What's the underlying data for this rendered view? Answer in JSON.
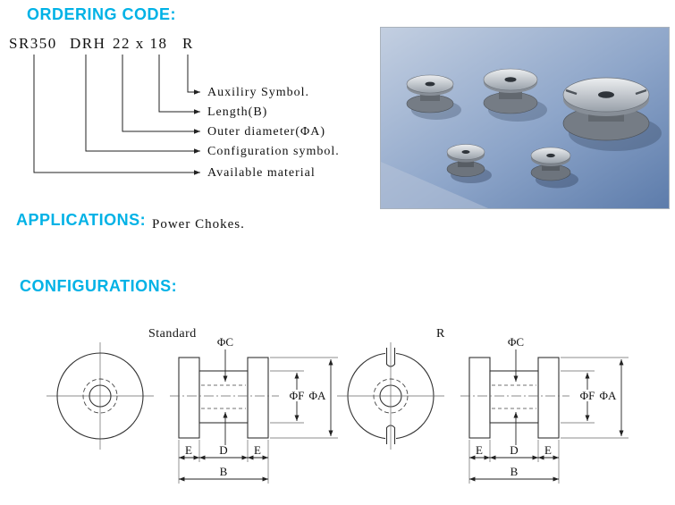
{
  "accent_color": "#00b2e6",
  "ordering_code": {
    "title": "ORDERING CODE:",
    "parts": {
      "material": "SR350",
      "config": "DRH",
      "size": "22 x 18",
      "aux": "R"
    },
    "labels": {
      "aux": "Auxiliry Symbol.",
      "length": "Length(B)",
      "outer": "Outer diameter(ΦA)",
      "config": "Configuration symbol.",
      "material": "Available material"
    }
  },
  "applications": {
    "title": "APPLICATIONS:",
    "value": "Power Chokes."
  },
  "configurations": {
    "title": "CONFIGURATIONS:",
    "variants": {
      "standard": "Standard",
      "r": "R"
    },
    "dims": {
      "phiC": "ΦC",
      "phiF": "ΦF",
      "phiA": "ΦA",
      "e": "E",
      "d": "D",
      "b": "B"
    }
  }
}
